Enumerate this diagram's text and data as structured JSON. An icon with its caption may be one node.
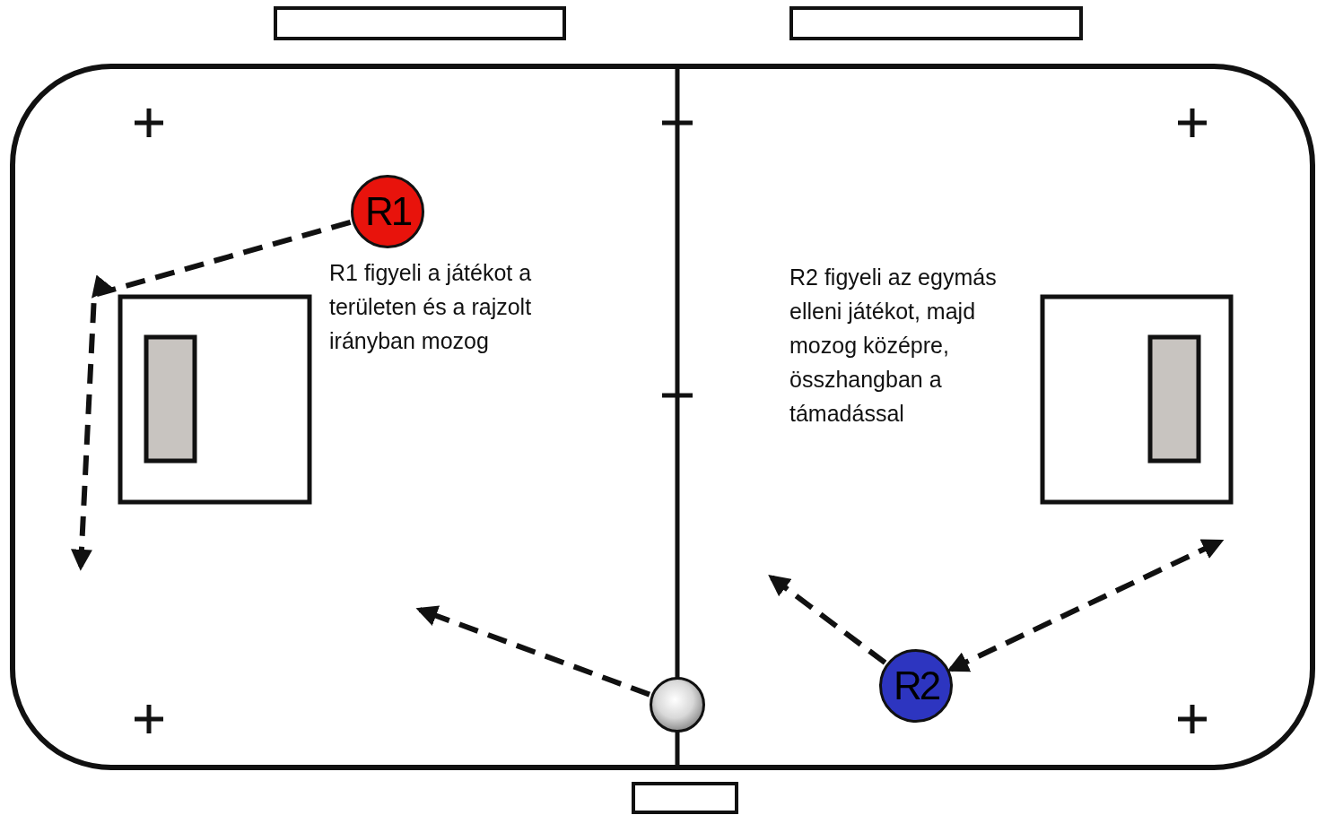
{
  "diagram": {
    "nodes": [
      {
        "text": [
          "R1"
        ]
      },
      {
        "text": [],
        "shape": "circle"
      },
      {
        "text": [
          "R2"
        ]
      }
    ],
    "edges": [
      {
        "from": 0,
        "to": null,
        "arrow": "to",
        "style": "dashed"
      },
      {
        "from": 1,
        "to": null,
        "arrow": "to",
        "style": "dashed"
      },
      {
        "from": 2,
        "to": null,
        "arrow": "to",
        "style": "dashed"
      },
      {
        "from": 2,
        "to": null,
        "arrow": "both",
        "style": "dashed"
      }
    ],
    "labels": [
      "R1 figyeli a játékot a területen és a rajzolt irányban mozog",
      "R2 figyeli az egymás elleni játékot, majd mozog középre, összhangban a támadással"
    ]
  }
}
